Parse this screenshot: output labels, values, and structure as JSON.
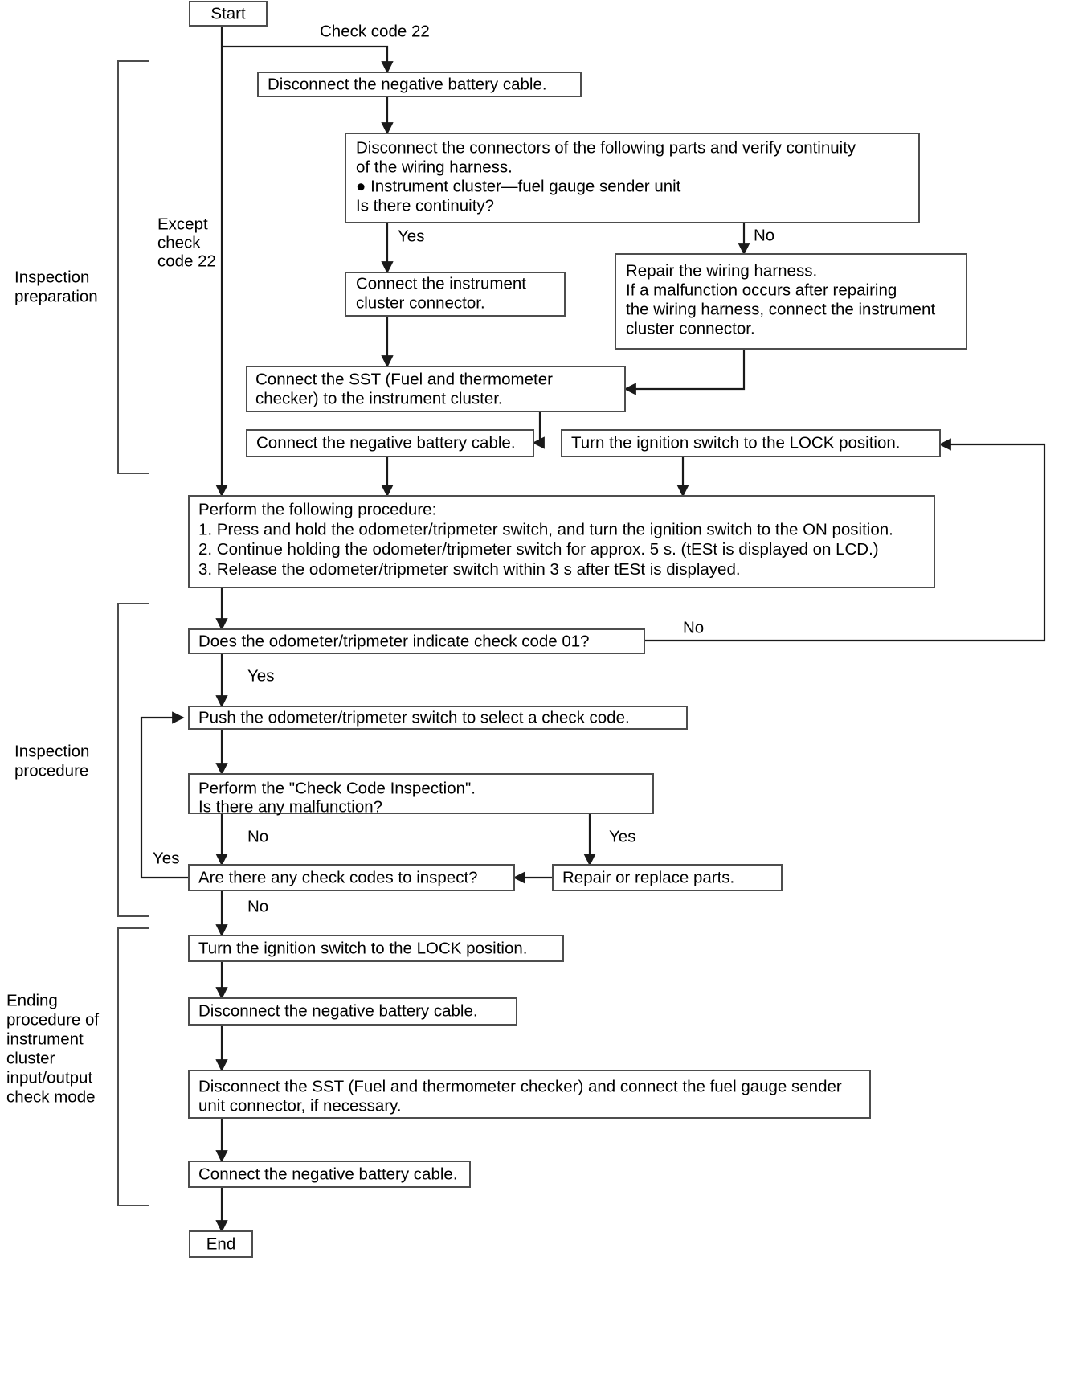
{
  "diagram": {
    "title": "Instrument cluster input/output check mode flowchart",
    "stroke_color": "#4d4d4d",
    "line_color": "#1a1a1a",
    "background": "#ffffff"
  },
  "terminals": {
    "start": "Start",
    "end": "End"
  },
  "sections": [
    {
      "id": "prep",
      "label_lines": [
        "Inspection",
        "preparation"
      ]
    },
    {
      "id": "proc",
      "label_lines": [
        "Inspection",
        "procedure"
      ]
    },
    {
      "id": "end",
      "label_lines": [
        "Ending",
        "procedure of",
        "instrument",
        "cluster",
        "input/output",
        "check mode"
      ]
    }
  ],
  "branch_labels": {
    "check_code_22": "Check code 22",
    "except_check_code_22": [
      "Except",
      "check",
      "code 22"
    ],
    "yes": "Yes",
    "no": "No"
  },
  "boxes": {
    "disconnect_battery_top": {
      "lines": [
        "Disconnect the negative battery cable."
      ]
    },
    "verify_continuity": {
      "lines": [
        "Disconnect the connectors of the following parts and verify continuity",
        "of the wiring harness.",
        "● Instrument cluster—fuel gauge sender unit",
        "Is there continuity?"
      ]
    },
    "connect_cluster_connector": {
      "lines": [
        "Connect the instrument",
        "cluster connector."
      ]
    },
    "repair_harness": {
      "lines": [
        "Repair the wiring harness.",
        "If a malfunction occurs after repairing",
        "the wiring harness, connect the instrument",
        "cluster connector."
      ]
    },
    "connect_sst": {
      "lines": [
        "Connect the SST (Fuel and thermometer",
        "checker) to the instrument cluster."
      ]
    },
    "connect_battery_mid": {
      "lines": [
        "Connect the negative battery cable."
      ]
    },
    "ignition_lock_top": {
      "lines": [
        "Turn the ignition switch to the LOCK position."
      ]
    },
    "perform_procedure": {
      "line1": "Perform the following procedure:",
      "line2": "1. Press and hold the odometer/tripmeter switch, and turn the ignition switch to the ON position.",
      "line3_a": "2. Continue holding the odometer/tripmeter switch for approx. 5 s. (",
      "line3_lcd": "tESt",
      "line3_b": " is displayed on LCD.)",
      "line4_a": "3. Release the odometer/tripmeter switch within 3 s after ",
      "line4_lcd": "tESt",
      "line4_b": " is displayed."
    },
    "check_code_01": {
      "lines": [
        "Does the odometer/tripmeter indicate check code 01?"
      ]
    },
    "push_switch": {
      "lines": [
        "Push the odometer/tripmeter switch to select a check code."
      ]
    },
    "check_code_inspection": {
      "lines": [
        "Perform the \"Check Code Inspection\".",
        "Is there any malfunction?"
      ]
    },
    "any_check_codes": {
      "lines": [
        "Are there any check codes to inspect?"
      ]
    },
    "repair_replace": {
      "lines": [
        "Repair or replace parts."
      ]
    },
    "ignition_lock_bottom": {
      "lines": [
        "Turn the ignition switch to the LOCK position."
      ]
    },
    "disconnect_battery_bottom": {
      "lines": [
        "Disconnect the negative battery cable."
      ]
    },
    "disconnect_sst": {
      "lines": [
        "Disconnect the SST (Fuel and thermometer checker) and connect the fuel gauge sender",
        "unit connector, if necessary."
      ]
    },
    "connect_battery_bottom": {
      "lines": [
        "Connect the negative battery cable."
      ]
    }
  }
}
